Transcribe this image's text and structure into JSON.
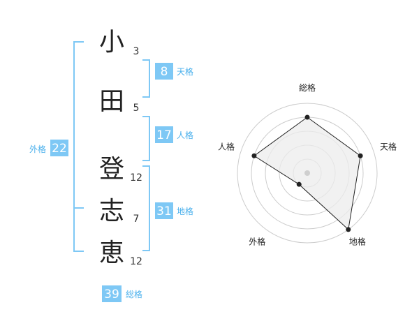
{
  "name_chars": [
    {
      "char": "小",
      "strokes": "3"
    },
    {
      "char": "田",
      "strokes": "5"
    },
    {
      "char": "登",
      "strokes": "12"
    },
    {
      "char": "志",
      "strokes": "7"
    },
    {
      "char": "恵",
      "strokes": "12"
    }
  ],
  "fortunes": {
    "tenkaku": {
      "value": "8",
      "label": "天格"
    },
    "jinkaku": {
      "value": "17",
      "label": "人格"
    },
    "chikaku": {
      "value": "31",
      "label": "地格"
    },
    "gaikaku": {
      "value": "22",
      "label": "外格"
    },
    "soukaku": {
      "value": "39",
      "label": "総格"
    }
  },
  "chart_data": {
    "type": "radar",
    "axes": [
      "総格",
      "天格",
      "地格",
      "外格",
      "人格"
    ],
    "values": [
      4,
      4,
      5,
      1,
      4
    ],
    "rmax": 5,
    "rings": 5,
    "colors": {
      "fill": "#ececec",
      "line": "#222222",
      "ring": "#cccccc",
      "center": "#cfcfcf",
      "label": "#222222"
    }
  },
  "colors": {
    "accent": "#7ec8f5",
    "box_text": "#ffffff",
    "label_text": "#4ab0ec",
    "char_text": "#222222",
    "stroke_text": "#333333"
  }
}
